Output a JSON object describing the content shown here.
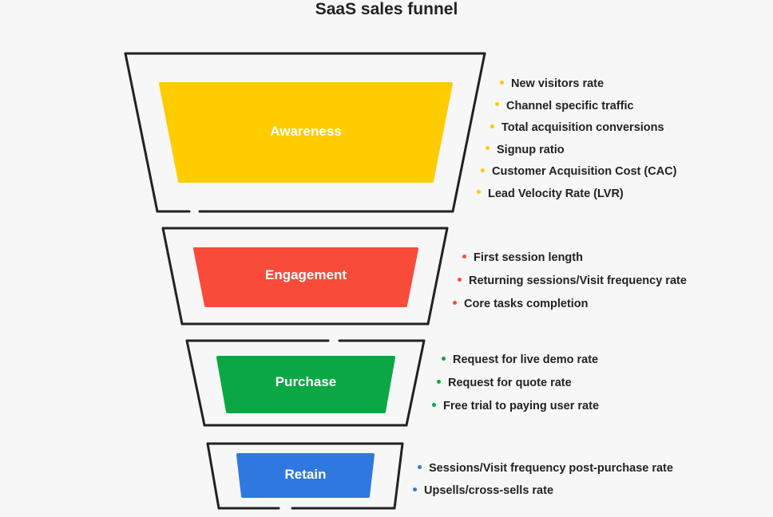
{
  "title": "SaaS sales funnel",
  "stages": [
    {
      "label": "Awareness",
      "color": "#ffcc00",
      "metrics": [
        "New visitors rate",
        "Channel specific traffic",
        "Total acquisition conversions",
        "Signup ratio",
        "Customer Acquisition Cost (CAC)",
        "Lead Velocity Rate (LVR)"
      ]
    },
    {
      "label": "Engagement",
      "color": "#f94b3a",
      "metrics": [
        "First session length",
        "Returning sessions/Visit frequency rate",
        "Core tasks completion"
      ]
    },
    {
      "label": "Purchase",
      "color": "#0ba745",
      "metrics": [
        "Request for live demo rate",
        "Request for quote rate",
        "Free trial to paying user rate"
      ]
    },
    {
      "label": "Retain",
      "color": "#2e78e0",
      "metrics": [
        "Sessions/Visit frequency post-purchase rate",
        "Upsells/cross-sells rate"
      ]
    }
  ],
  "outline_color": "#222222"
}
